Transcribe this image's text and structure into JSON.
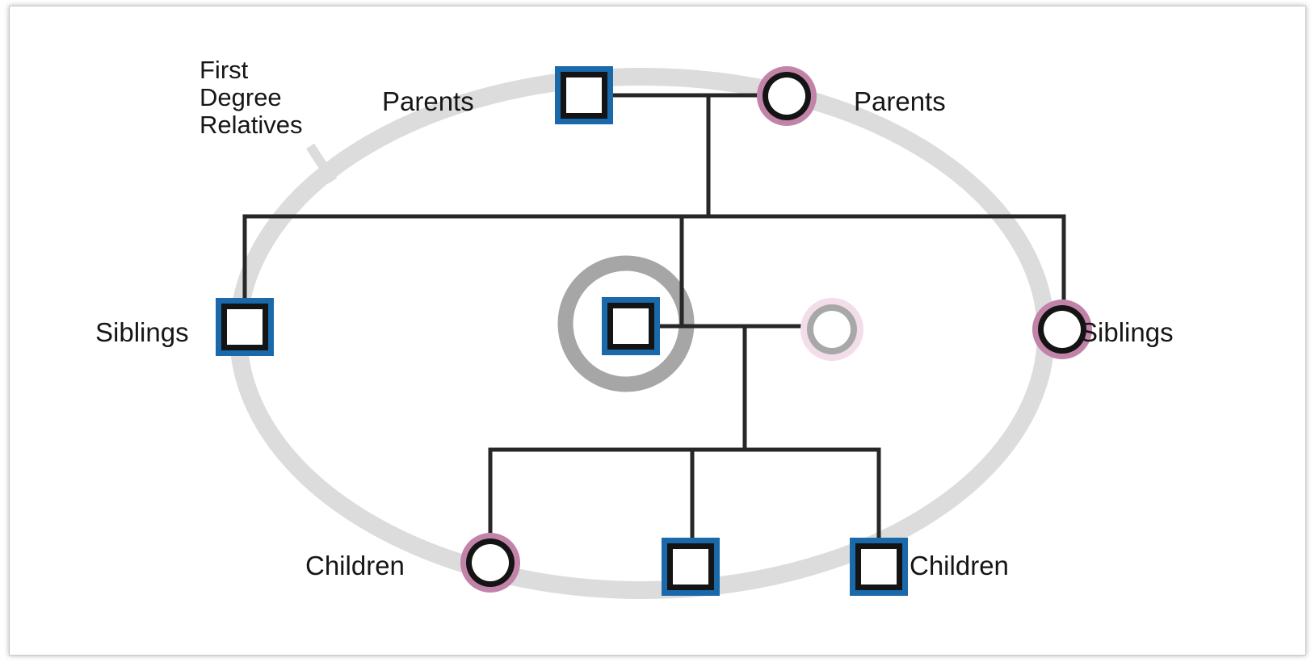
{
  "annotation": {
    "lines": [
      "First",
      "Degree",
      "Relatives"
    ]
  },
  "labels": {
    "parents_left": "Parents",
    "parents_right": "Parents",
    "siblings_left": "Siblings",
    "siblings_right": "Siblings",
    "children_left": "Children",
    "children_right": "Children"
  },
  "nodes": [
    {
      "id": "father",
      "symbol": "male-square",
      "role": "parent"
    },
    {
      "id": "mother",
      "symbol": "female-circle",
      "role": "parent"
    },
    {
      "id": "brother",
      "symbol": "male-square",
      "role": "sibling"
    },
    {
      "id": "proband",
      "symbol": "male-square-highlighted",
      "role": "proband"
    },
    {
      "id": "partner",
      "symbol": "female-circle-faded",
      "role": "partner"
    },
    {
      "id": "sister",
      "symbol": "female-circle",
      "role": "sibling"
    },
    {
      "id": "daughter",
      "symbol": "female-circle",
      "role": "child"
    },
    {
      "id": "son-middle",
      "symbol": "male-square",
      "role": "child"
    },
    {
      "id": "son-right",
      "symbol": "male-square",
      "role": "child"
    }
  ],
  "colors": {
    "male_border": "#1a69ab",
    "female_border": "#c283a9",
    "symbol_ring": "#141414",
    "symbol_fill": "#ffffff",
    "connector": "#272727",
    "boundary_ellipse": "#dcdcdc",
    "proband_ring": "#a6a6a6",
    "partner_outer": "#f2dde9",
    "partner_ring": "#a8a8a8",
    "text": "#161616"
  }
}
